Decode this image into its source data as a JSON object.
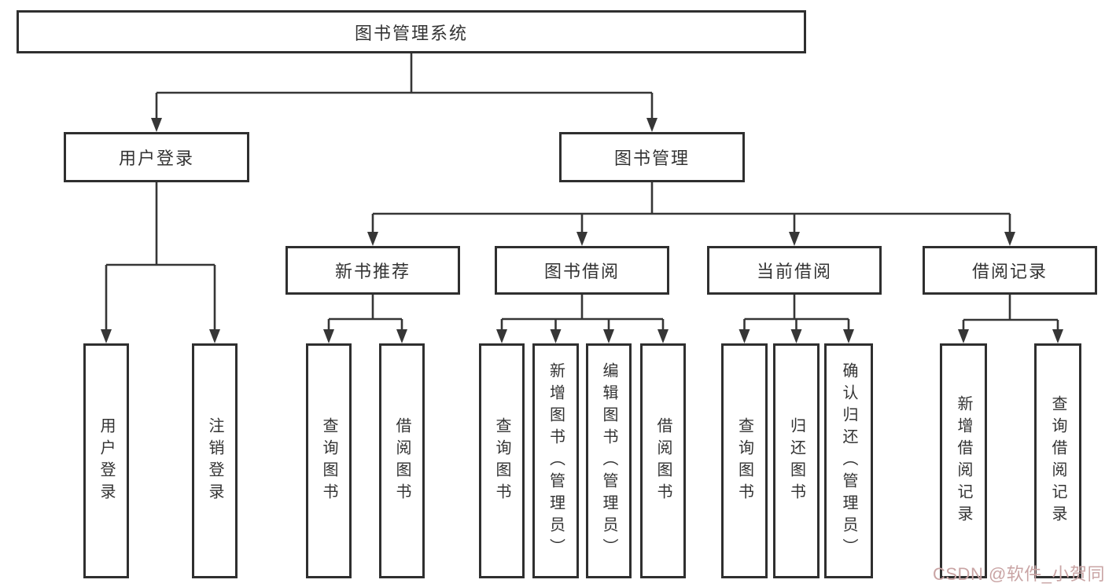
{
  "diagram": {
    "type": "hierarchy",
    "title": "图书管理系统"
  },
  "tree": {
    "label": "图书管理系统",
    "children": [
      {
        "label": "用户登录",
        "children": [
          {
            "label": "用户登录"
          },
          {
            "label": "注销登录"
          }
        ]
      },
      {
        "label": "图书管理",
        "children": [
          {
            "label": "新书推荐",
            "children": [
              {
                "label": "查询图书"
              },
              {
                "label": "借阅图书"
              }
            ]
          },
          {
            "label": "图书借阅",
            "children": [
              {
                "label": "查询图书"
              },
              {
                "label": "新增图书（管理员）"
              },
              {
                "label": "编辑图书（管理员）"
              },
              {
                "label": "借阅图书"
              }
            ]
          },
          {
            "label": "当前借阅",
            "children": [
              {
                "label": "查询图书"
              },
              {
                "label": "归还图书"
              },
              {
                "label": "确认归还（管理员）"
              }
            ]
          },
          {
            "label": "借阅记录",
            "children": [
              {
                "label": "新增借阅记录"
              },
              {
                "label": "查询借阅记录"
              }
            ]
          }
        ]
      }
    ]
  },
  "watermark": "CSDN @软件_小贺同学",
  "colors": {
    "line": "#363636",
    "box_border": "#2f2f2f",
    "text": "#333333",
    "watermark": "#c9a4a4",
    "background": "#ffffff"
  }
}
